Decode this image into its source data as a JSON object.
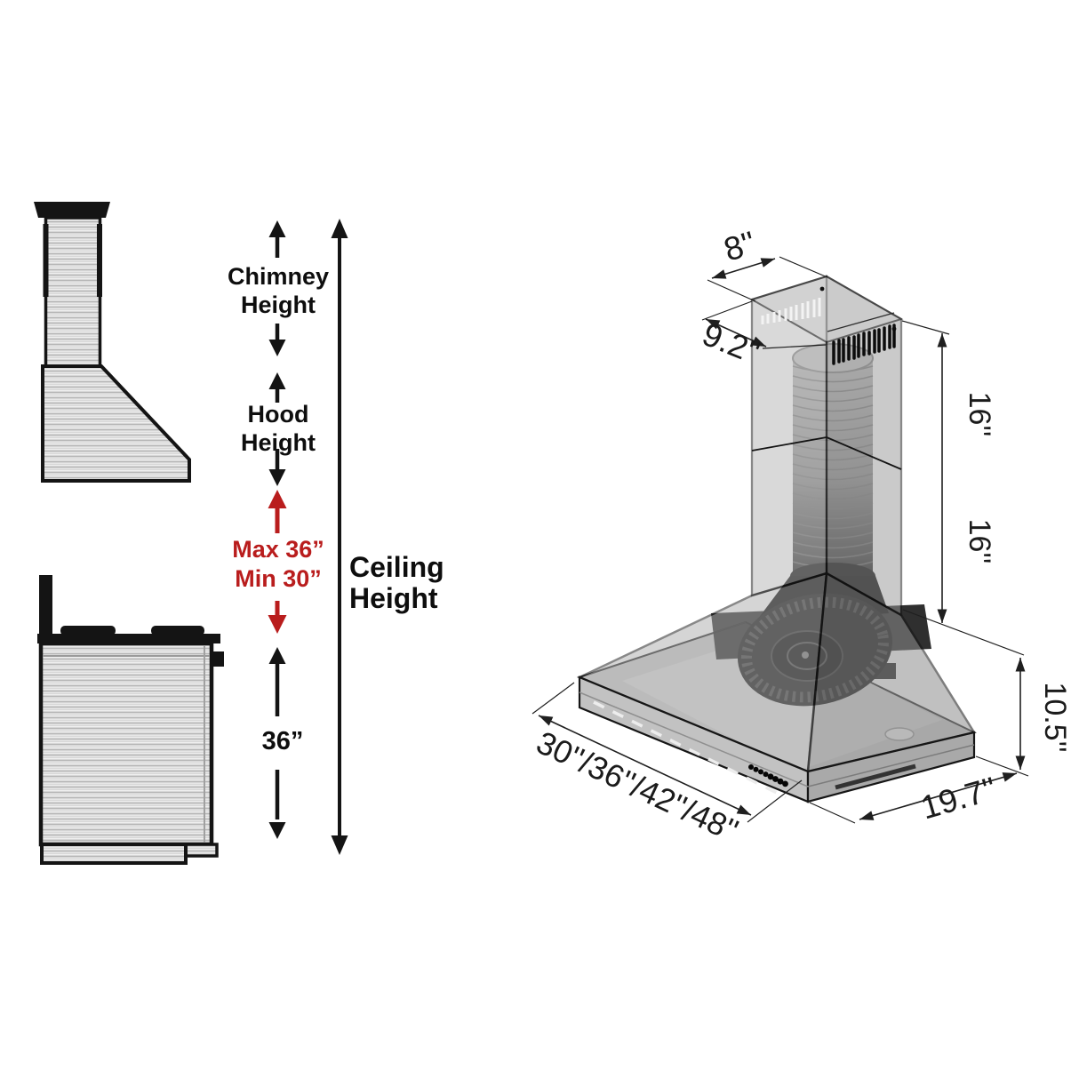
{
  "left_panel": {
    "chimney_height_label": "Chimney Height",
    "hood_height_label": "Hood Height",
    "max_mount_height_label": "Max 36”",
    "min_mount_height_label": "Min 30”",
    "range_clearance_label": "36”",
    "ceiling_height_label": "Ceiling Height"
  },
  "right_panel": {
    "chimney_top_width": "8''",
    "chimney_top_depth": "9.2''",
    "upper_chimney_section_height": "16''",
    "lower_chimney_section_height": "16''",
    "hood_body_height": "10.5''",
    "hood_width_options": "30''/36''/42''/48''",
    "hood_depth": "19.7''"
  },
  "colors": {
    "annotation_red": "#b91d1d",
    "annotation_black": "#141414"
  }
}
